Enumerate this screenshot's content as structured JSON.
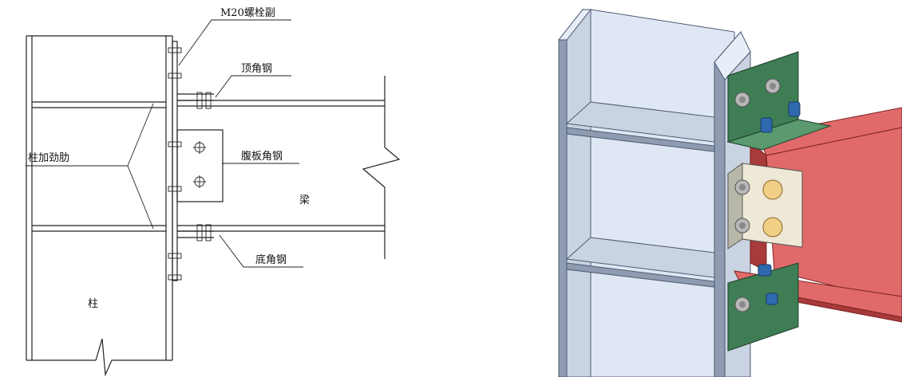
{
  "labels": {
    "bolt": "M20螺栓副",
    "top_angle": "顶角钢",
    "column_stiffener": "柱加劲肋",
    "web_angle": "腹板角钢",
    "beam": "梁",
    "bottom_angle": "底角钢",
    "column": "柱"
  },
  "colors": {
    "line": "#222222",
    "column_steel": "#c9d3e2",
    "column_shade": "#8e9bb0",
    "column_light": "#e8eef8",
    "beam_red": "#e06a6a",
    "beam_dark": "#a83a3a",
    "angle_green": "#3f7d55",
    "bolt_blue": "#2f6ab0",
    "bolt_gray": "#b8b8b8",
    "web_angle_face": "#eee8d6",
    "bolt_head_tan": "#f2cf86"
  }
}
